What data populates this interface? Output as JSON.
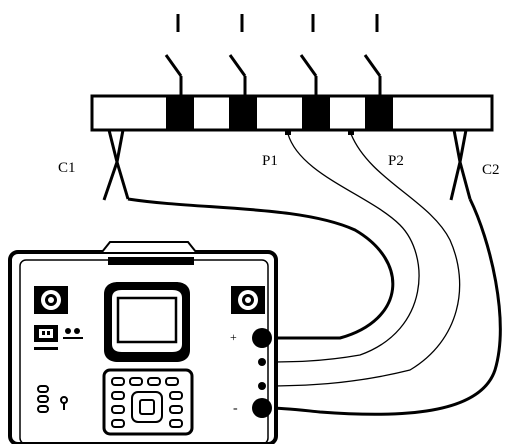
{
  "labels": {
    "c1": "C1",
    "p1": "P1",
    "p2": "P2",
    "c2": "C2",
    "plus": "+",
    "minus": "-"
  },
  "colors": {
    "line": "#000000",
    "background": "#ffffff"
  },
  "icons": [
    "switch-icon",
    "knob-icon",
    "screen-icon",
    "keypad-icon",
    "outlet-icon",
    "terminal-icon"
  ]
}
